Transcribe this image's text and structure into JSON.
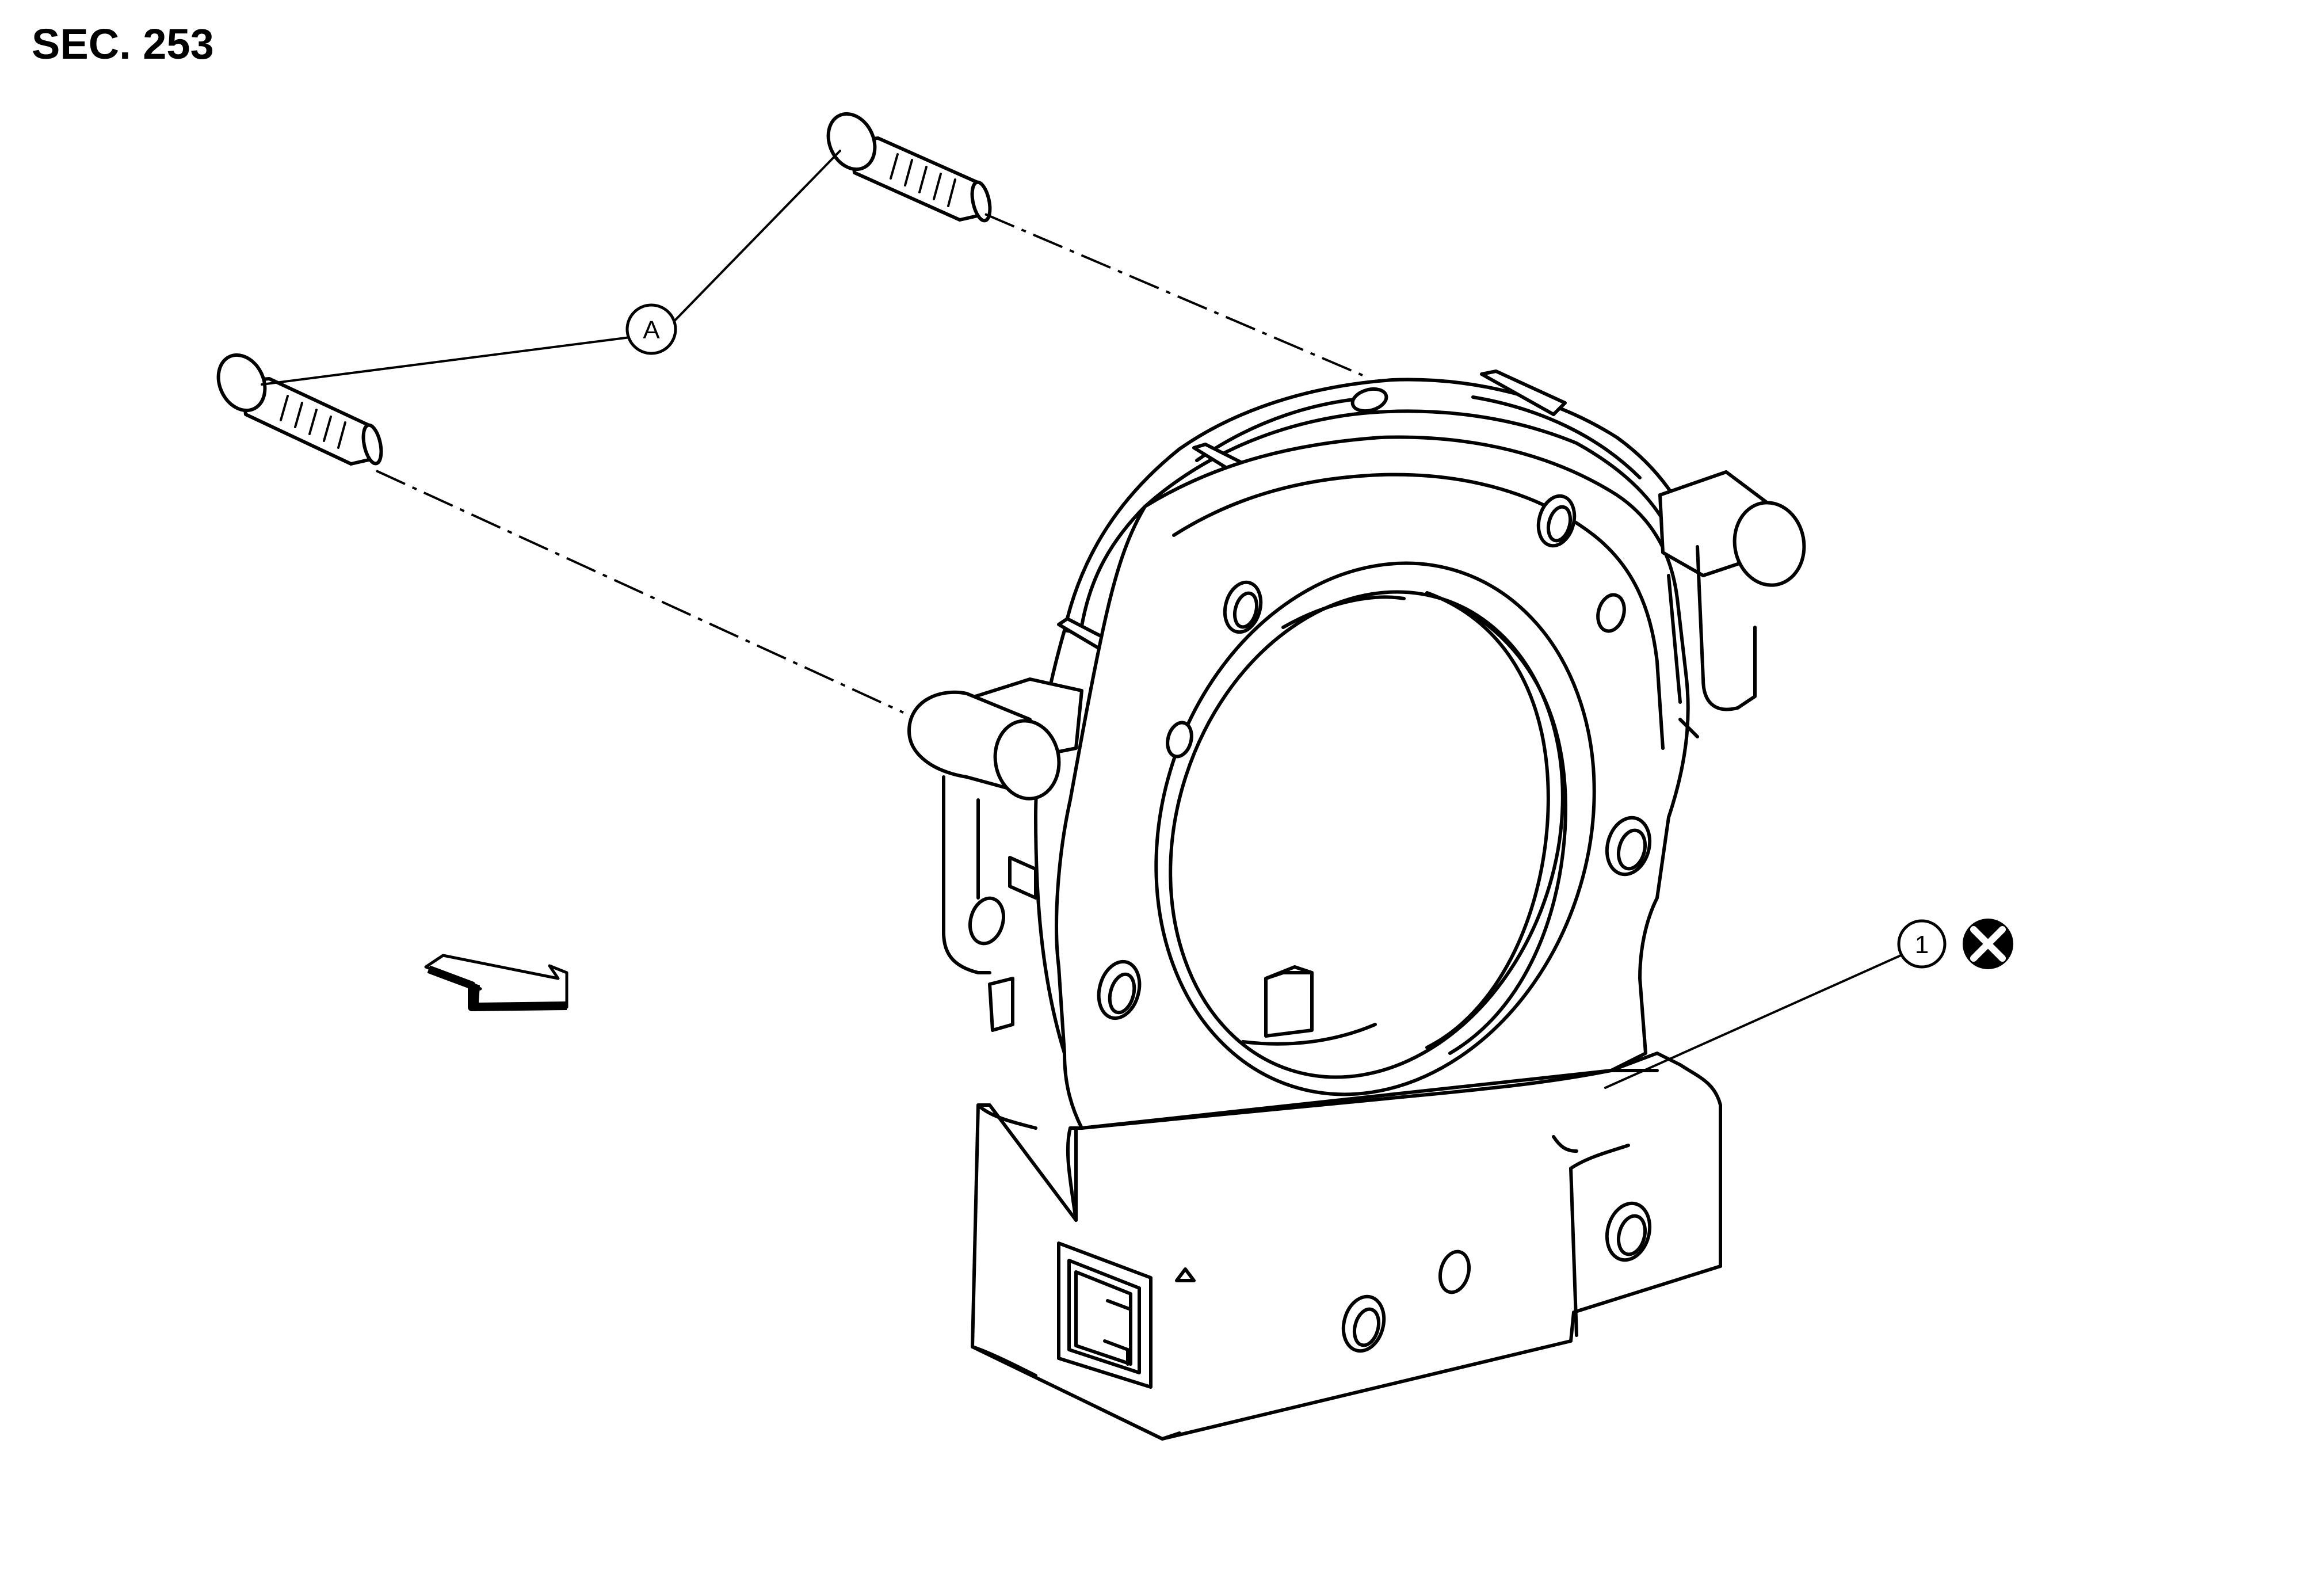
{
  "section": {
    "label": "SEC. 253"
  },
  "callouts": [
    {
      "id": "a",
      "label": "A"
    },
    {
      "id": "1",
      "label": "1"
    }
  ],
  "icons": {
    "do-not-reuse": "circled-x-icon",
    "direction-arrow": "front-direction-arrow-icon"
  }
}
